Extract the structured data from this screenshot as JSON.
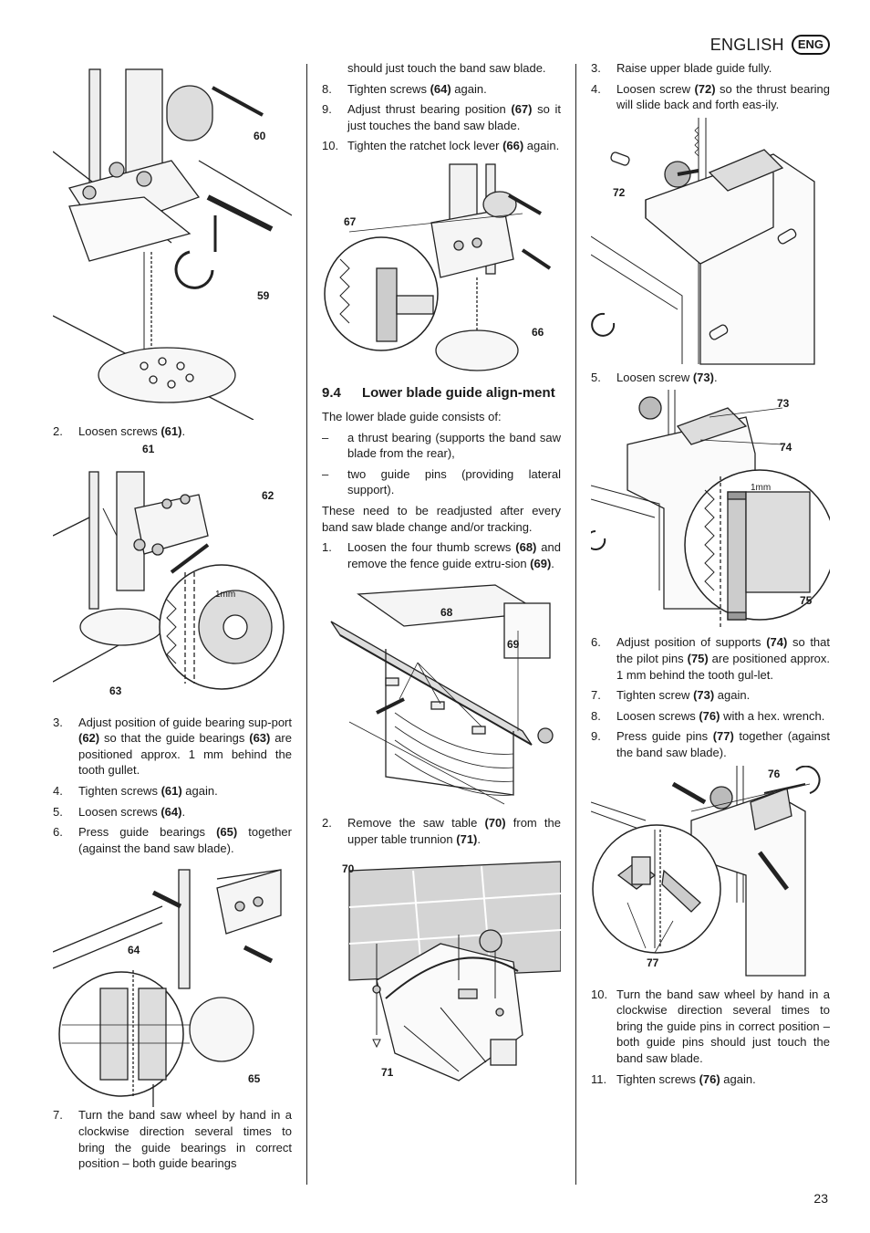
{
  "header": {
    "title": "ENGLISH",
    "badge": "ENG"
  },
  "page_number": "23",
  "col1": {
    "fig1_labels": [
      "60",
      "59"
    ],
    "step2": {
      "num": "2.",
      "pre": "Loosen screws ",
      "ref": "(61)",
      "post": "."
    },
    "fig2_labels": [
      "61",
      "62",
      "1mm",
      "63"
    ],
    "step3": {
      "num": "3.",
      "a": "Adjust position of guide bearing sup-port ",
      "r1": "(62)",
      "b": " so that the guide bearings ",
      "r2": "(63)",
      "c": " are positioned approx. 1 mm behind the tooth gullet."
    },
    "step4": {
      "num": "4.",
      "pre": "Tighten screws ",
      "ref": "(61)",
      "post": " again."
    },
    "step5": {
      "num": "5.",
      "pre": "Loosen screws ",
      "ref": "(64)",
      "post": "."
    },
    "step6": {
      "num": "6.",
      "pre": "Press guide bearings ",
      "ref": "(65)",
      "post": " together (against the band saw blade)."
    },
    "fig3_labels": [
      "64",
      "65"
    ],
    "step7": {
      "num": "7.",
      "text": "Turn the band saw wheel by hand in a clockwise direction several times to bring the guide bearings in correct position – both guide bearings"
    }
  },
  "col2": {
    "cont": "should just touch the band saw blade.",
    "step8": {
      "num": "8.",
      "pre": "Tighten screws ",
      "ref": "(64)",
      "post": " again."
    },
    "step9": {
      "num": "9.",
      "pre": "Adjust thrust bearing position ",
      "ref": "(67)",
      "post": " so it just touches the band saw blade."
    },
    "step10": {
      "num": "10.",
      "pre": "Tighten the ratchet lock lever ",
      "ref": "(66)",
      "post": " again."
    },
    "fig4_labels": [
      "67",
      "66"
    ],
    "section": {
      "num": "9.4",
      "title": "Lower blade guide align-ment"
    },
    "intro": "The lower blade guide consists of:",
    "dash1": {
      "sym": "–",
      "text": "a thrust bearing (supports the band saw blade from the rear),"
    },
    "dash2": {
      "sym": "–",
      "text": "two guide pins (providing lateral support)."
    },
    "para2": "These need to be readjusted after every band saw blade change and/or tracking.",
    "step1": {
      "num": "1.",
      "a": "Loosen the four thumb screws ",
      "r1": "(68)",
      "b": " and remove the fence guide extru-sion ",
      "r2": "(69)",
      "c": "."
    },
    "fig5_labels": [
      "68",
      "69"
    ],
    "step2": {
      "num": "2.",
      "a": "Remove the saw table ",
      "r1": "(70)",
      "b": " from the upper table trunnion ",
      "r2": "(71)",
      "c": "."
    },
    "fig6_labels": [
      "70",
      "71"
    ]
  },
  "col3": {
    "step3": {
      "num": "3.",
      "text": "Raise upper blade guide fully."
    },
    "step4": {
      "num": "4.",
      "a": "Loosen screw ",
      "r1": "(72)",
      "b": " so the thrust bearing will slide back and forth eas-ily."
    },
    "fig7_labels": [
      "72"
    ],
    "step5": {
      "num": "5.",
      "pre": "Loosen screw ",
      "ref": "(73)",
      "post": "."
    },
    "fig8_labels": [
      "73",
      "74",
      "1mm",
      "75"
    ],
    "step6": {
      "num": "6.",
      "a": "Adjust position of supports ",
      "r1": "(74)",
      "b": " so that the pilot pins ",
      "r2": "(75)",
      "c": " are positioned approx. 1 mm behind the tooth gul-let."
    },
    "step7": {
      "num": "7.",
      "pre": "Tighten screw ",
      "ref": "(73)",
      "post": " again."
    },
    "step8": {
      "num": "8.",
      "pre": "Loosen screws ",
      "ref": "(76)",
      "post": " with a hex. wrench."
    },
    "step9": {
      "num": "9.",
      "pre": "Press guide pins ",
      "ref": "(77)",
      "post": " together (against the band saw blade)."
    },
    "fig9_labels": [
      "76",
      "77"
    ],
    "step10": {
      "num": "10.",
      "text": "Turn the band saw wheel by hand in a clockwise direction several times to bring the guide pins in correct position – both guide pins should just touch the band saw blade."
    },
    "step11": {
      "num": "11.",
      "pre": "Tighten screws ",
      "ref": "(76)",
      "post": " again."
    }
  }
}
